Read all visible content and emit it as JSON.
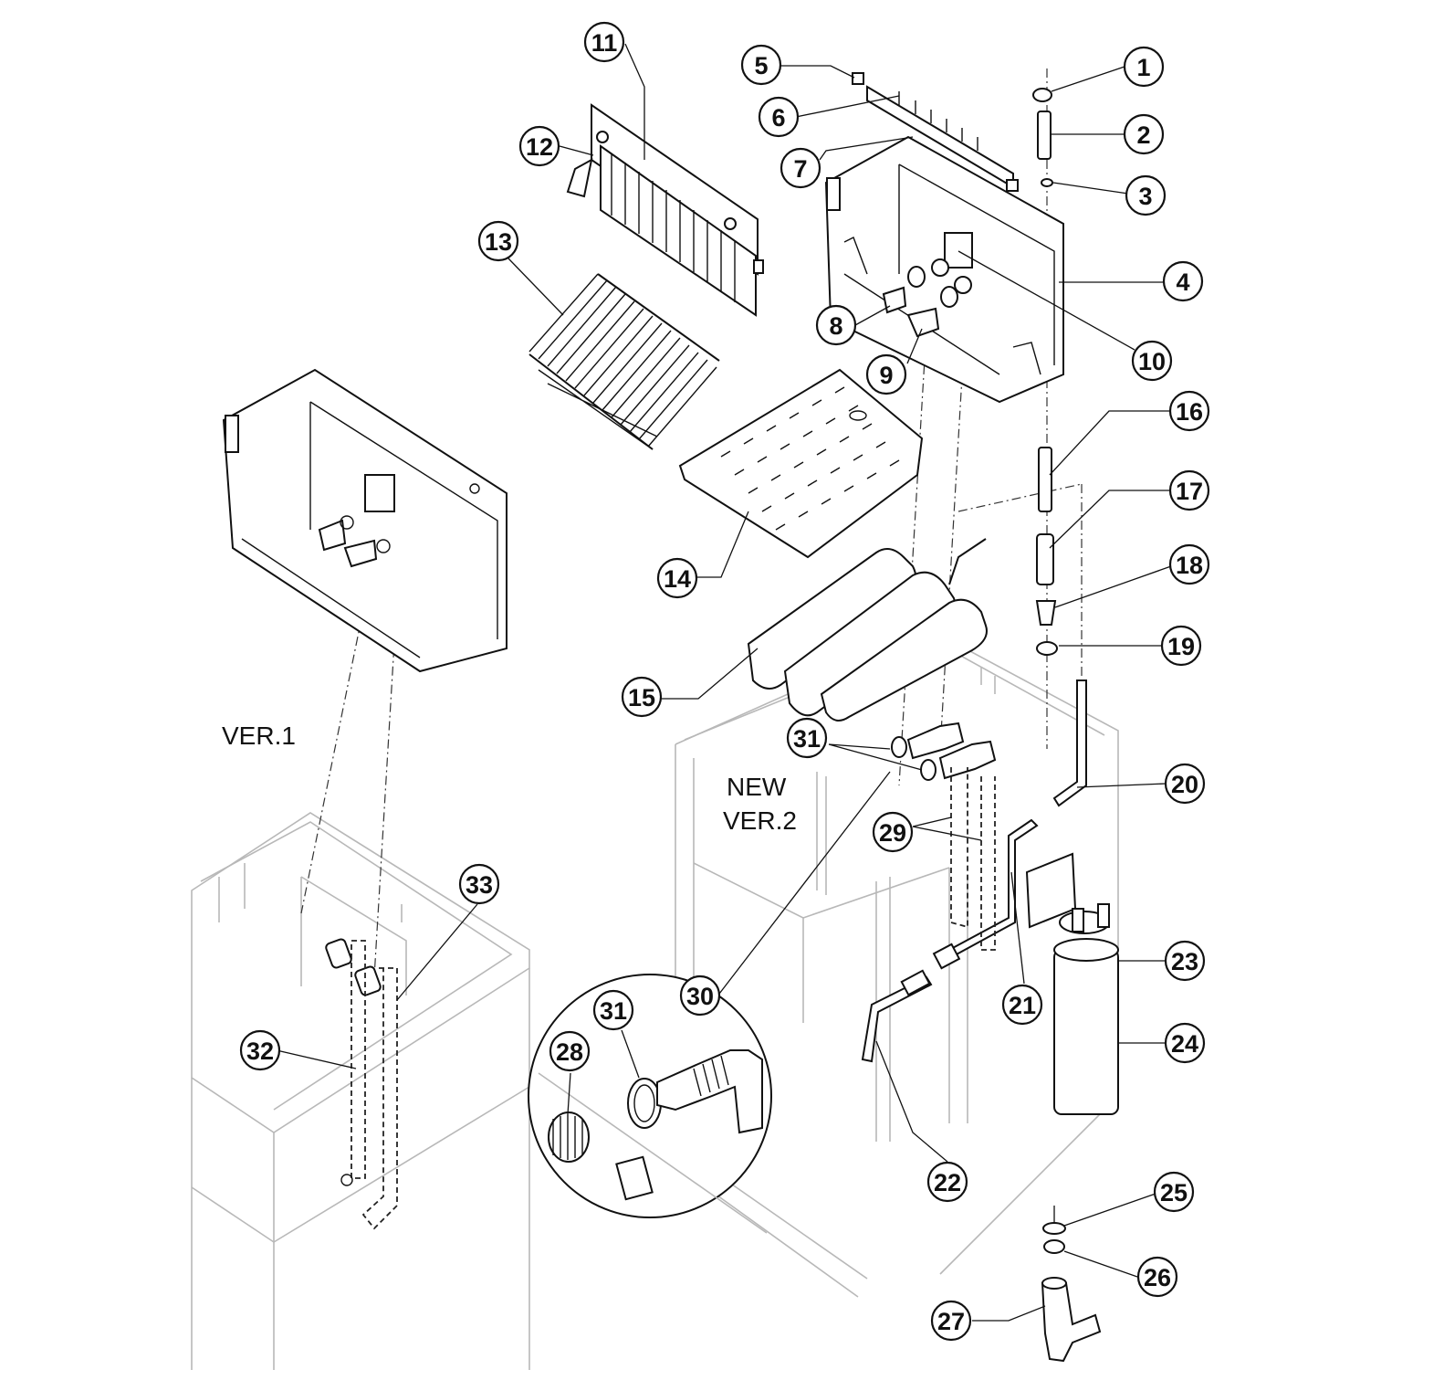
{
  "diagram": {
    "version_labels": {
      "ver1": "VER.1",
      "ver2_line1": "NEW",
      "ver2_line2": "VER.2"
    },
    "callouts": [
      {
        "id": "c1",
        "label": "1"
      },
      {
        "id": "c2",
        "label": "2"
      },
      {
        "id": "c3",
        "label": "3"
      },
      {
        "id": "c4",
        "label": "4"
      },
      {
        "id": "c5",
        "label": "5"
      },
      {
        "id": "c6",
        "label": "6"
      },
      {
        "id": "c7",
        "label": "7"
      },
      {
        "id": "c8",
        "label": "8"
      },
      {
        "id": "c9",
        "label": "9"
      },
      {
        "id": "c10",
        "label": "10"
      },
      {
        "id": "c11",
        "label": "11"
      },
      {
        "id": "c12",
        "label": "12"
      },
      {
        "id": "c13",
        "label": "13"
      },
      {
        "id": "c14",
        "label": "14"
      },
      {
        "id": "c15",
        "label": "15"
      },
      {
        "id": "c16",
        "label": "16"
      },
      {
        "id": "c17",
        "label": "17"
      },
      {
        "id": "c18",
        "label": "18"
      },
      {
        "id": "c19",
        "label": "19"
      },
      {
        "id": "c20",
        "label": "20"
      },
      {
        "id": "c21",
        "label": "21"
      },
      {
        "id": "c22",
        "label": "22"
      },
      {
        "id": "c23",
        "label": "23"
      },
      {
        "id": "c24",
        "label": "24"
      },
      {
        "id": "c25",
        "label": "25"
      },
      {
        "id": "c26",
        "label": "26"
      },
      {
        "id": "c27",
        "label": "27"
      },
      {
        "id": "c28",
        "label": "28"
      },
      {
        "id": "c29",
        "label": "29"
      },
      {
        "id": "c30",
        "label": "30"
      },
      {
        "id": "c31a",
        "label": "31"
      },
      {
        "id": "c31b",
        "label": "31"
      },
      {
        "id": "c32",
        "label": "32"
      },
      {
        "id": "c33",
        "label": "33"
      }
    ]
  }
}
